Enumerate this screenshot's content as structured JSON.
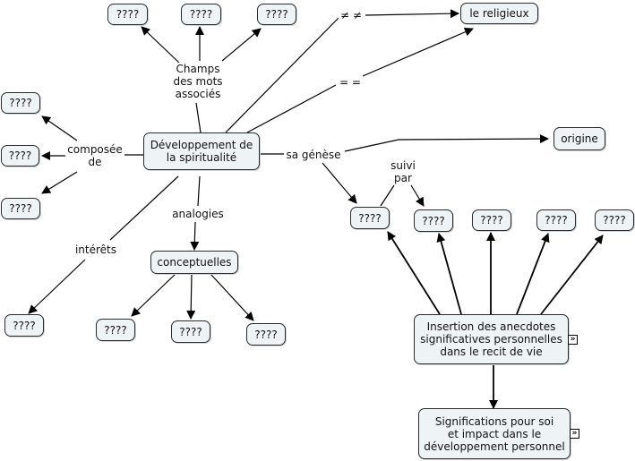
{
  "nodes": {
    "dev": "Développement de\nla spiritualité",
    "religieux": "le religieux",
    "origine": "origine",
    "conceptuelles": "conceptuelles",
    "insertion": "Insertion des anecdotes\nsignificatives personnelles\ndans le recit de vie",
    "significations": "Significations pour soi\net impact dans le\ndéveloppement personnel",
    "unknown": "????"
  },
  "links": {
    "champs": "Champs\ndes mots\nassociés",
    "compose": "composée\nde",
    "genese": "sa génèse",
    "suivi": "suivi\npar",
    "analogies": "analogies",
    "interets": "intérêts",
    "neq": "≠ ≠",
    "eq": "= ="
  },
  "icons": {
    "expand": "double-chevron-right-icon"
  }
}
